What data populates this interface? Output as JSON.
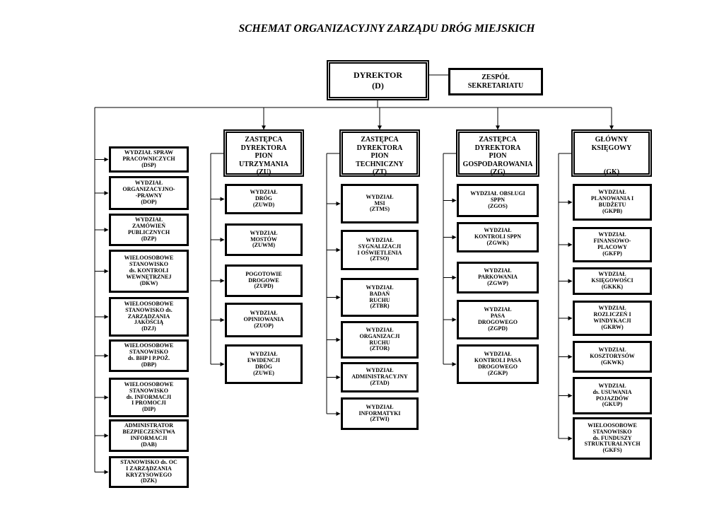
{
  "title": "SCHEMAT ORGANIZACYJNY ZARZĄDU DRÓG MIEJSKICH",
  "director": "DYREKTOR\n(D)",
  "secretariat": "ZESPÓŁ\nSEKRETARIATU",
  "heads": {
    "zu": "ZASTĘPCA\nDYREKTORA\nPION\nUTRZYMANIA\n(ZU)",
    "zt": "ZASTĘPCA\nDYREKTORA\nPION\nTECHNICZNY\n(ZT)",
    "zg": "ZASTĘPCA\nDYREKTORA\nPION\nGOSPODAROWANIA\n(ZG)",
    "gk": "GŁÓWNY\nKSIĘGOWY\n\n\n(GK)"
  },
  "left_units": [
    "WYDZIAŁ SPRAW\nPRACOWNICZYCH\n(DSP)",
    "WYDZIAŁ\nORGANIZACYJNO-\n-PRAWNY\n(DOP)",
    "WYDZIAŁ\nZAMÓWIEŃ\nPUBLICZNYCH\n(DZP)",
    "WIELOOSOBOWE\nSTANOWISKO\nds. KONTROLI\nWEWNĘTRZNEJ\n(DKW)",
    "WIELOOSOBOWE\nSTANOWISKO ds.\nZARZĄDZANIA\nJAKOŚCIĄ\n(DZJ)",
    "WIELOOSOBOWE\nSTANOWISKO\nds. BHP  I P.POŻ.\n(DBP)",
    "WIELOOSOBOWE\nSTANOWISKO\nds. INFORMACJI\nI  PROMOCJI\n(DIP)",
    "ADMINISTRATOR\nBEZPIECZEŃSTWA\nINFORMACJI\n(DAB)",
    "STANOWISKO ds. OC\nI ZARZĄDZANIA\nKRYZYSOWEGO\n(DZK)"
  ],
  "zu_units": [
    "WYDZIAŁ\nDRÓG\n(ZUWD)",
    "WYDZIAŁ\nMOSTÓW\n(ZUWM)",
    "POGOTOWIE\nDROGOWE\n(ZUPD)",
    "WYDZIAŁ\nOPINIOWANIA\n(ZUOP)",
    "WYDZIAŁ\nEWIDENCJI\nDRÓG\n(ZUWE)"
  ],
  "zt_units": [
    "WYDZIAŁ\nMSI\n(ZTMS)",
    "WYDZIAŁ\nSYGNALIZACJI\nI OŚWIETLENIA\n(ZTSO)",
    "WYDZIAŁ\nBADAŃ\nRUCHU\n(ZTBR)",
    "WYDZIAŁ\nORGANIZACJI\nRUCHU\n(ZTOR)",
    "WYDZIAŁ\nADMINISTRACYJNY\n(ZTAD)",
    "WYDZIAŁ\nINFORMATYKI\n(ZTWI)"
  ],
  "zg_units": [
    "WYDZIAŁ OBSŁUGI\nSPPN\n(ZGOS)",
    "WYDZIAŁ\nKONTROLI  SPPN\n(ZGWK)",
    "WYDZIAŁ\nPARKOWANIA\n(ZGWP)",
    "WYDZIAŁ\nPASA\nDROGOWEGO\n(ZGPD)",
    "WYDZIAŁ\nKONTROLI  PASA\nDROGOWEGO\n(ZGKP)"
  ],
  "gk_units": [
    "WYDZIAŁ\nPLANOWANIA I\nBUDŻETU\n(GKPB)",
    "WYDZIAŁ\nFINANSOWO-\nPLACOWY\n(GKFP)",
    "WYDZIAŁ\nKSIĘGOWOŚCI\n(GKKK)",
    "WYDZIAŁ\nROZLICZEŃ  I\nWINDYKACJI\n(GKRW)",
    "WYDZIAŁ\nKOSZTORYSÓW\n(GKWK)",
    "WYDZIAŁ\nds. USUWANIA\nPOJAZDÓW\n(GKUP)",
    "WIELOOSOBOWE\nSTANOWISKO\nds. FUNDUSZY\nSTRUKTURALNYCH\n(GKFS)"
  ]
}
